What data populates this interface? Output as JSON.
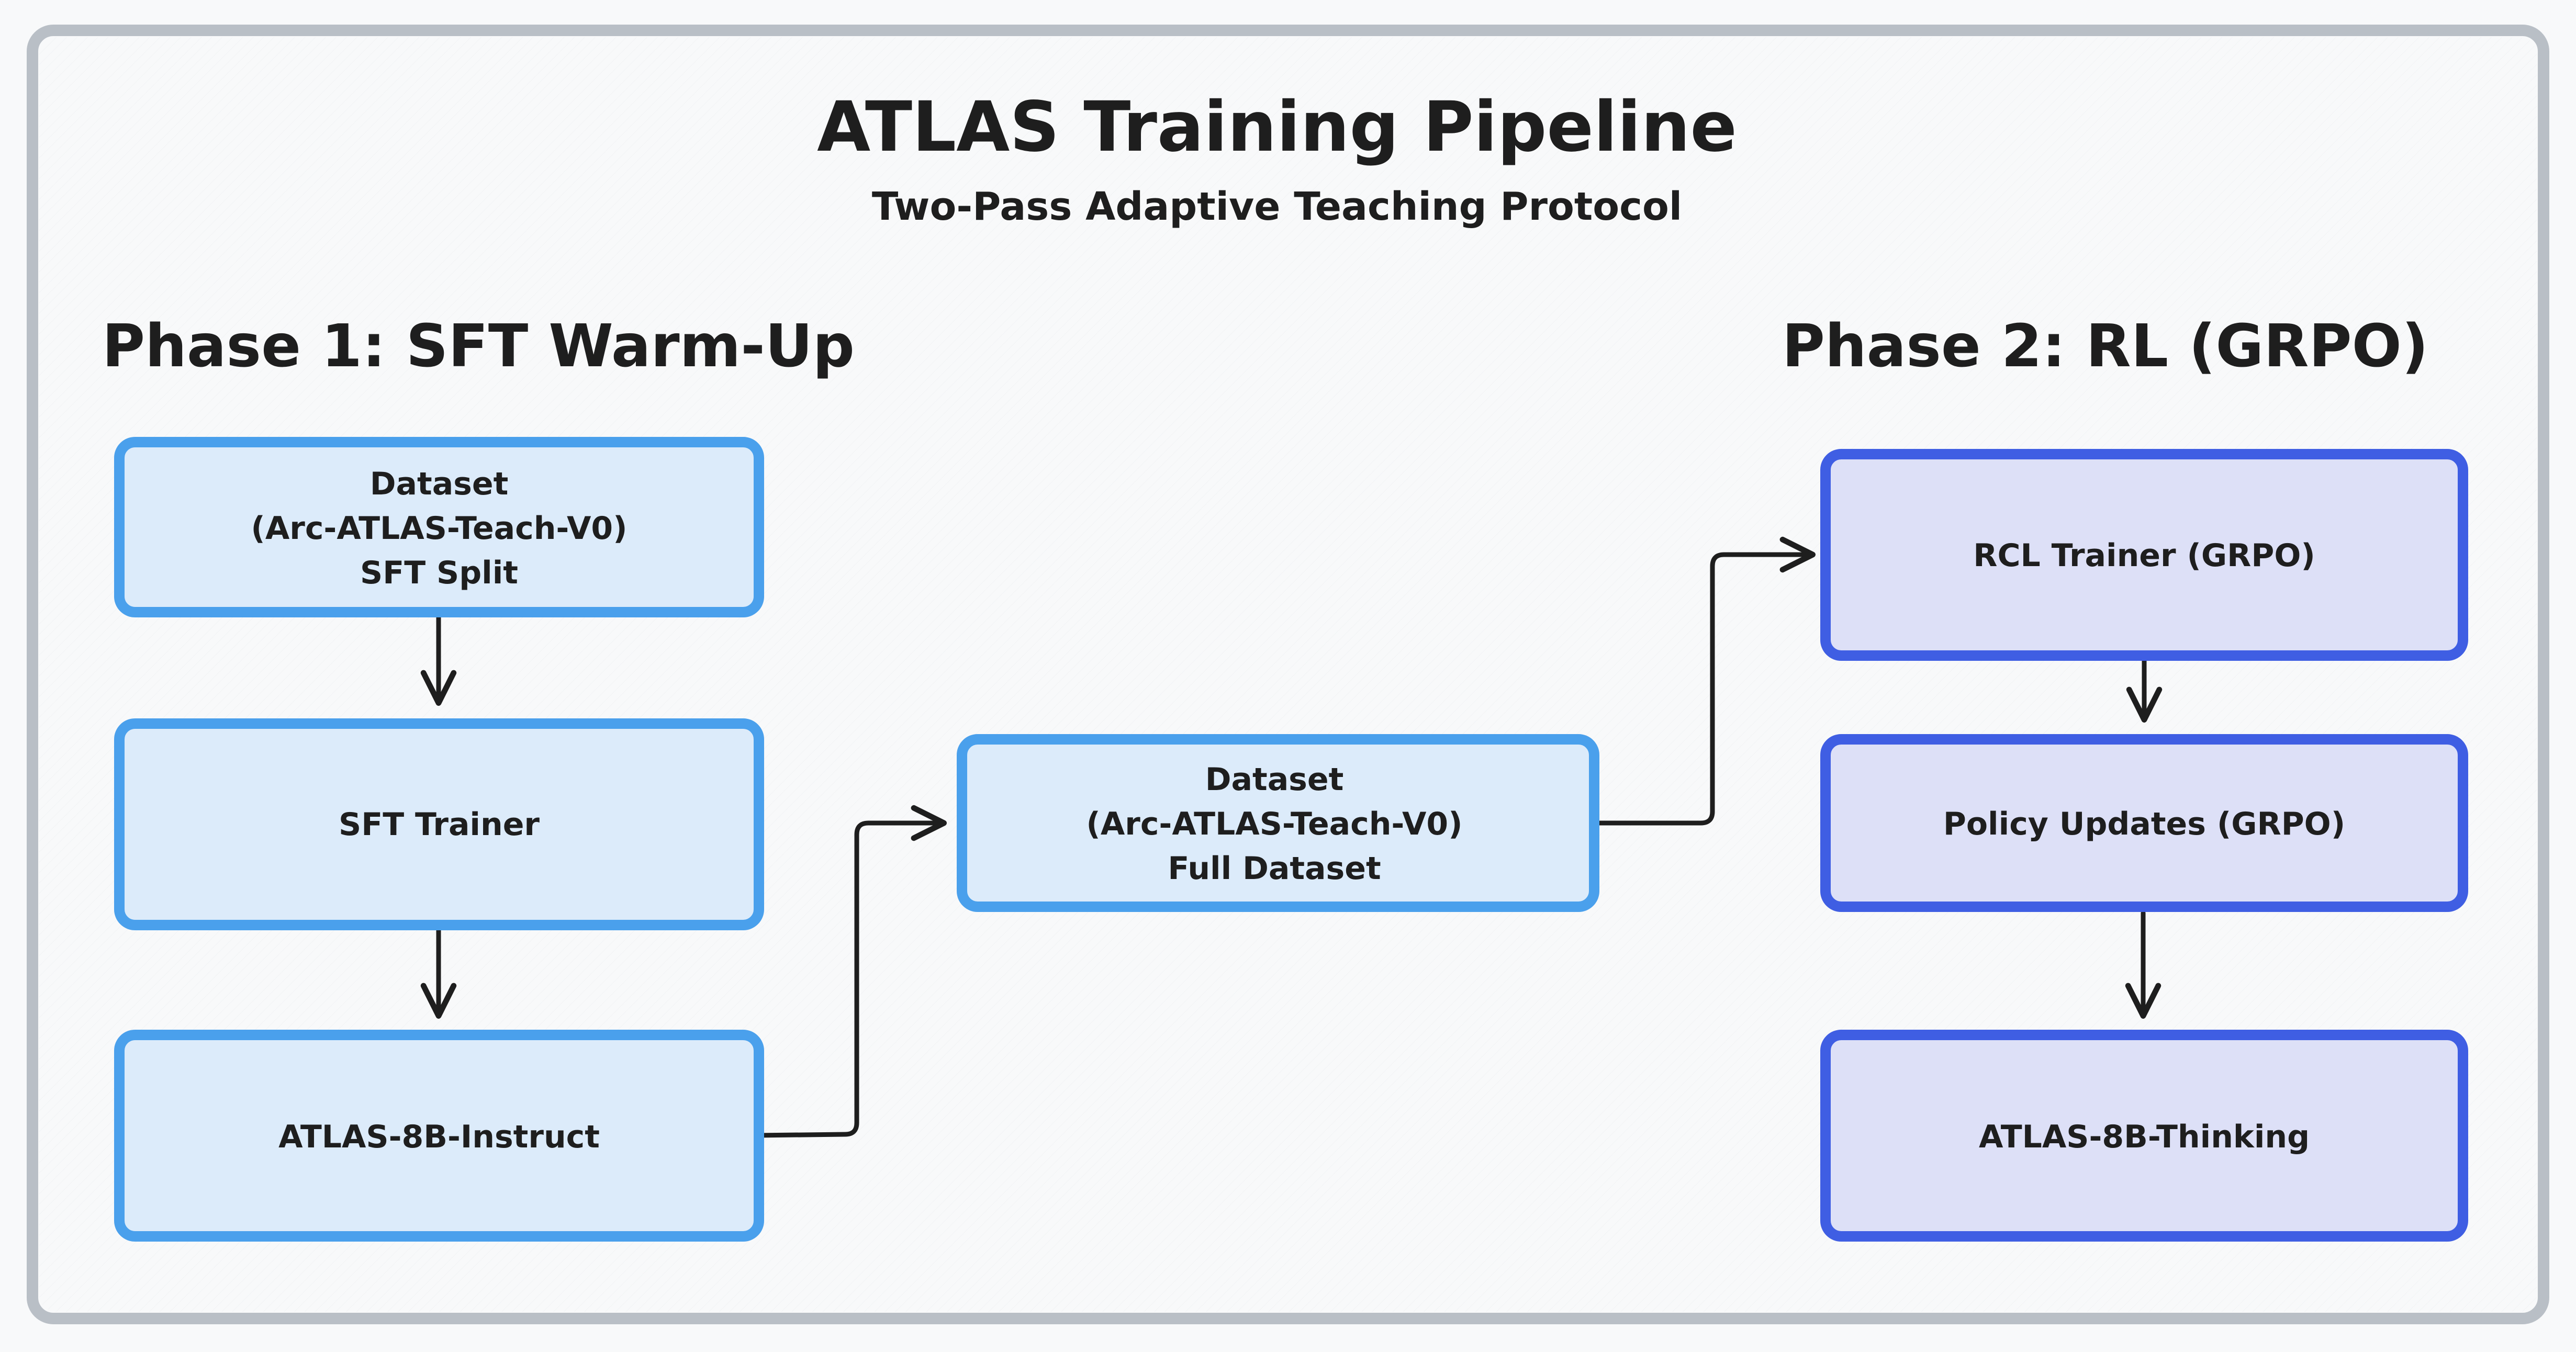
{
  "title": "ATLAS Training Pipeline",
  "subtitle": "Two-Pass Adaptive Teaching Protocol",
  "phases": {
    "phase1": "Phase 1: SFT Warm-Up",
    "phase2": "Phase 2: RL (GRPO)"
  },
  "nodes": {
    "dataset_sft": [
      "Dataset",
      "(Arc-ATLAS-Teach-V0)",
      "SFT Split"
    ],
    "sft_trainer": [
      "SFT Trainer"
    ],
    "atlas_instruct": [
      "ATLAS-8B-Instruct"
    ],
    "dataset_full": [
      "Dataset",
      "(Arc-ATLAS-Teach-V0)",
      "Full Dataset"
    ],
    "rcl_trainer": [
      "RCL Trainer (GRPO)"
    ],
    "policy_updates": [
      "Policy Updates (GRPO)"
    ],
    "atlas_thinking": [
      "ATLAS-8B-Thinking"
    ]
  },
  "colors": {
    "frame": "#b9bfc6",
    "background": "#f8f9fa",
    "text": "#1e1e1e",
    "phase1_fill": "#dcebfa",
    "phase1_stroke": "#4aa0ec",
    "phase2_fill": "#dde0f7",
    "phase2_stroke": "#3f5ee3",
    "arrow": "#1e1e1e"
  }
}
